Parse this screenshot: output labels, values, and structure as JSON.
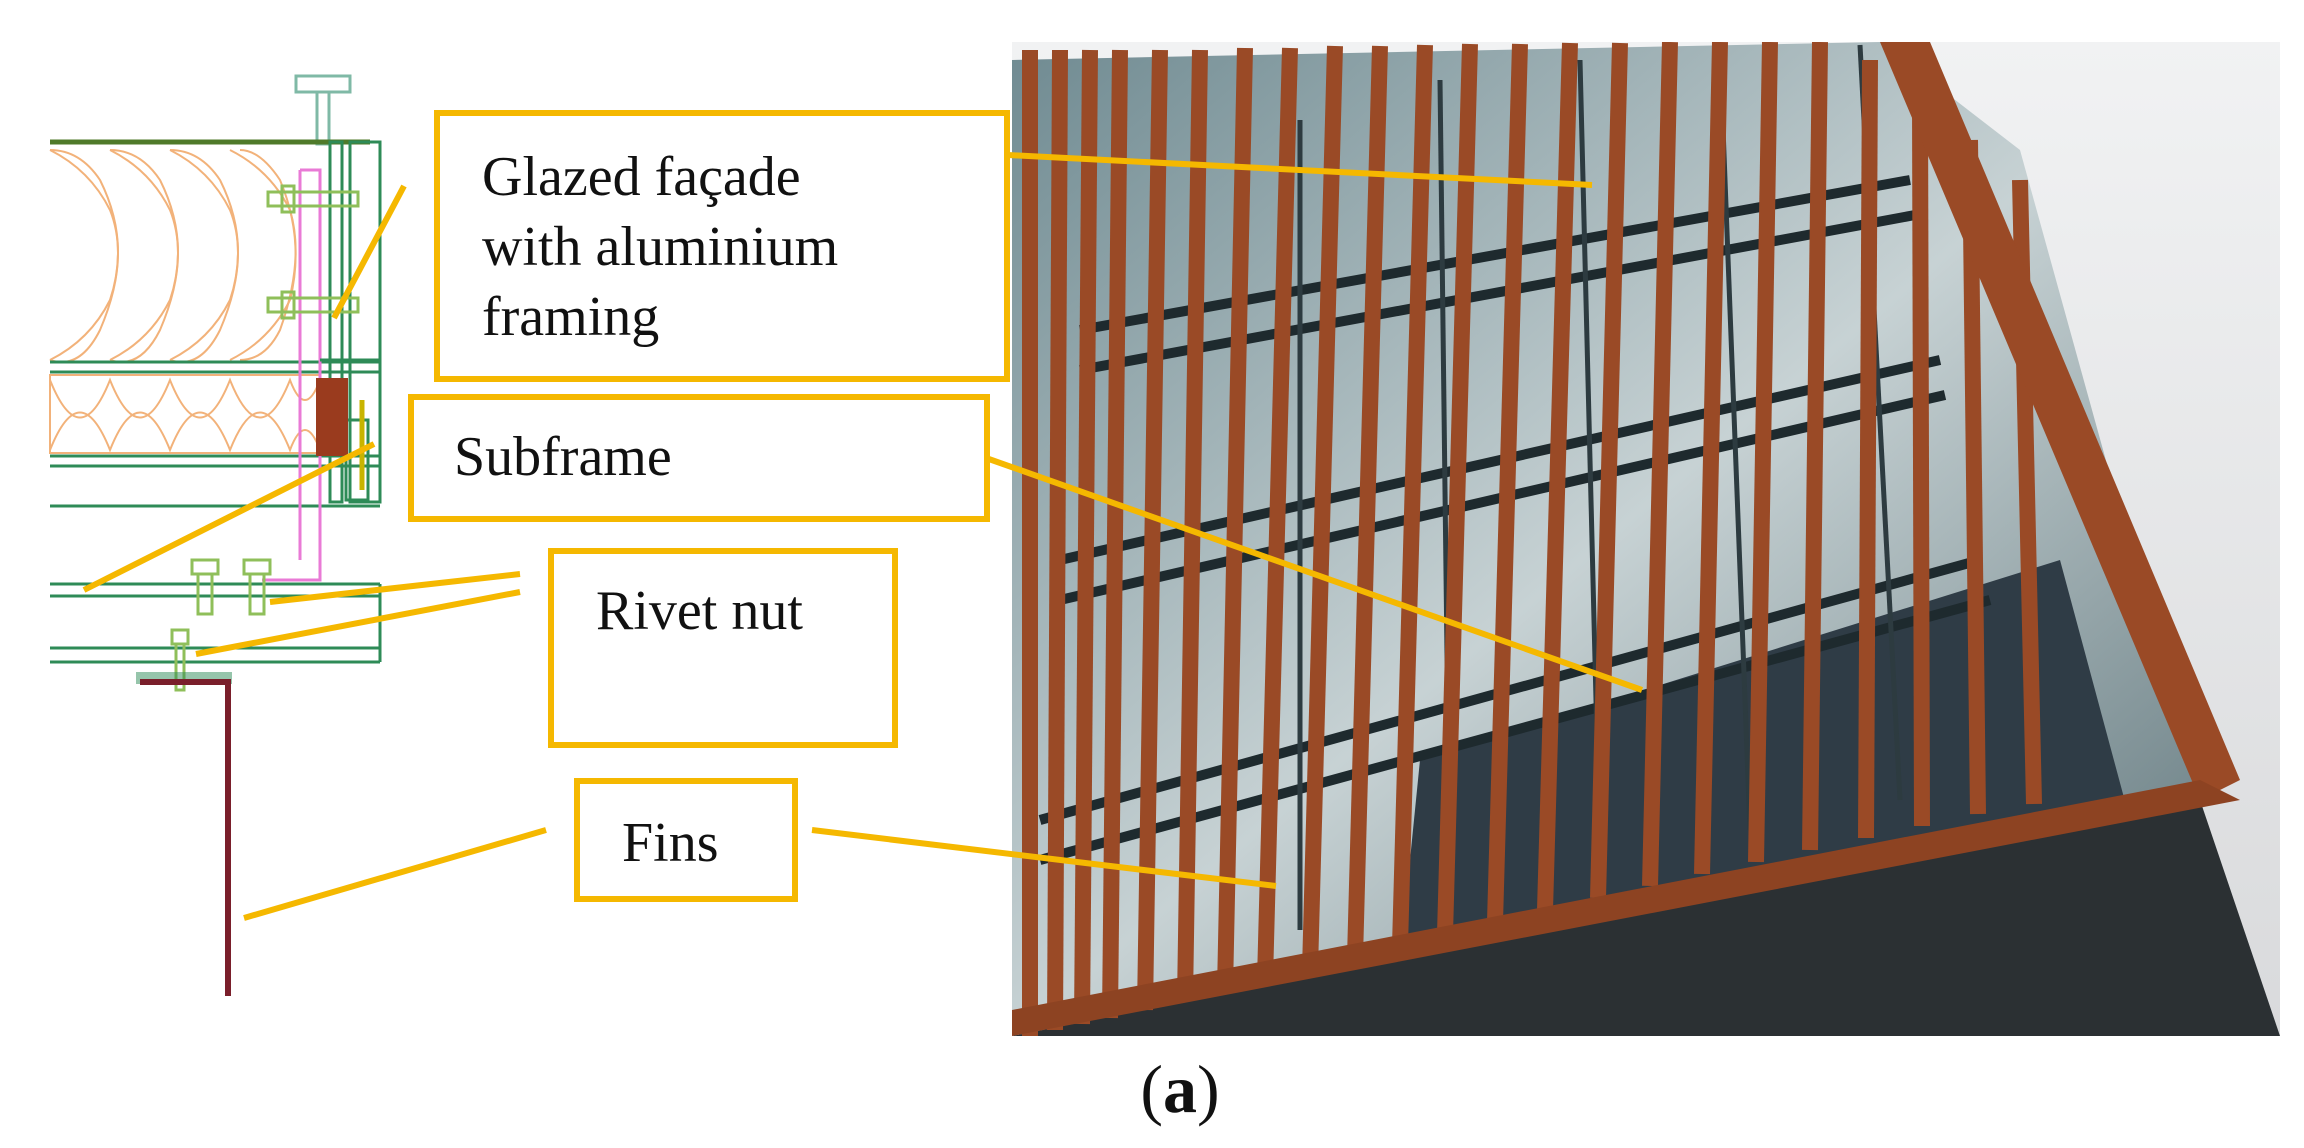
{
  "labels": {
    "glazed_facade_line1": "Glazed façade",
    "glazed_facade_line2": "with aluminium",
    "glazed_facade_line3": "framing",
    "subframe": "Subframe",
    "rivet_nut": "Rivet nut",
    "fins": "Fins"
  },
  "caption": {
    "open": "(",
    "letter": "a",
    "close": ")"
  },
  "colors": {
    "callout_border": "#f5b800",
    "leader_line": "#f5b800",
    "section_green": "#2e8b57",
    "insulation": "#f2b27a",
    "membrane_pink": "#e97ad6",
    "fin_maroon": "#7a1f2b",
    "corten": "#9a4a26",
    "glass": "#3c4f55",
    "sky": "#e6e7e9"
  }
}
